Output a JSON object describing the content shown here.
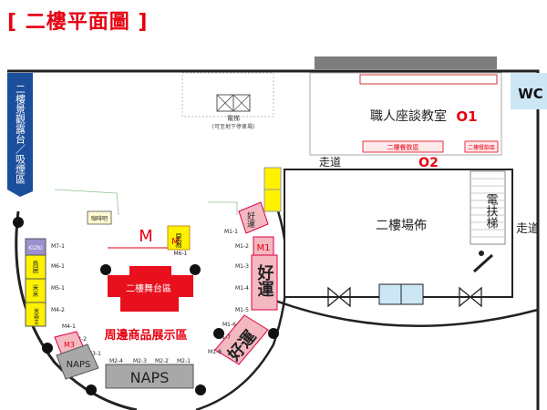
{
  "title": "[ 二樓平面圖 ]",
  "colors": {
    "accent_red": "#e60012",
    "pink_fill": "#f4b8c0",
    "deep_red": "#e8101c",
    "yellow": "#fff200",
    "blue_panel": "#1b4f9c",
    "purple": "#9b8fd0",
    "grey_booth": "#a8a8a8",
    "dark_bar": "#7d7d7d",
    "light_blue": "#cde6f5"
  },
  "viewing_deck": "二樓景觀露台／吸煙區",
  "elevator": {
    "label": "電梯",
    "note": "(可至地下停車場)"
  },
  "wc": "WC",
  "seminar_room": "職人座談教室",
  "o1": "O1",
  "o2": "O2",
  "dining_left": "二樓餐飲區",
  "dining_right": "二樓餐飲區",
  "corridor_top": "走道",
  "corridor_right": "走道",
  "venue_hall": "二樓場佈",
  "escalator": "電扶梯",
  "cafe": "咖啡吧",
  "m_main": "M",
  "m_small": "M",
  "m1_booth": "M1",
  "m3_booth": "M3",
  "star_fortune": "星易",
  "m6_1": "M6-1",
  "good_luck_small": "好運",
  "good_luck_big1": "好運",
  "good_luck_big2": "好運",
  "stage": "二樓舞台區",
  "merch_area": "周邊商品展示區",
  "kizki": "KIZKI",
  "left_booths": {
    "b2": "鳥居",
    "b3": "米米",
    "b4": "米森主"
  },
  "naps_small": "NAPS",
  "naps_big": "NAPS",
  "left_codes": [
    "M7-1",
    "M6-1",
    "M5-1",
    "M4-2",
    "M4-1",
    "M3-2",
    "M3-1"
  ],
  "right_codes": [
    "M1-1",
    "M1-2",
    "M1-3",
    "M1-4",
    "M1-5",
    "M1-6",
    "M1-7",
    "M1-8"
  ],
  "bottom_codes": [
    "M2-4",
    "M2-3",
    "M2-2",
    "M2-1"
  ]
}
